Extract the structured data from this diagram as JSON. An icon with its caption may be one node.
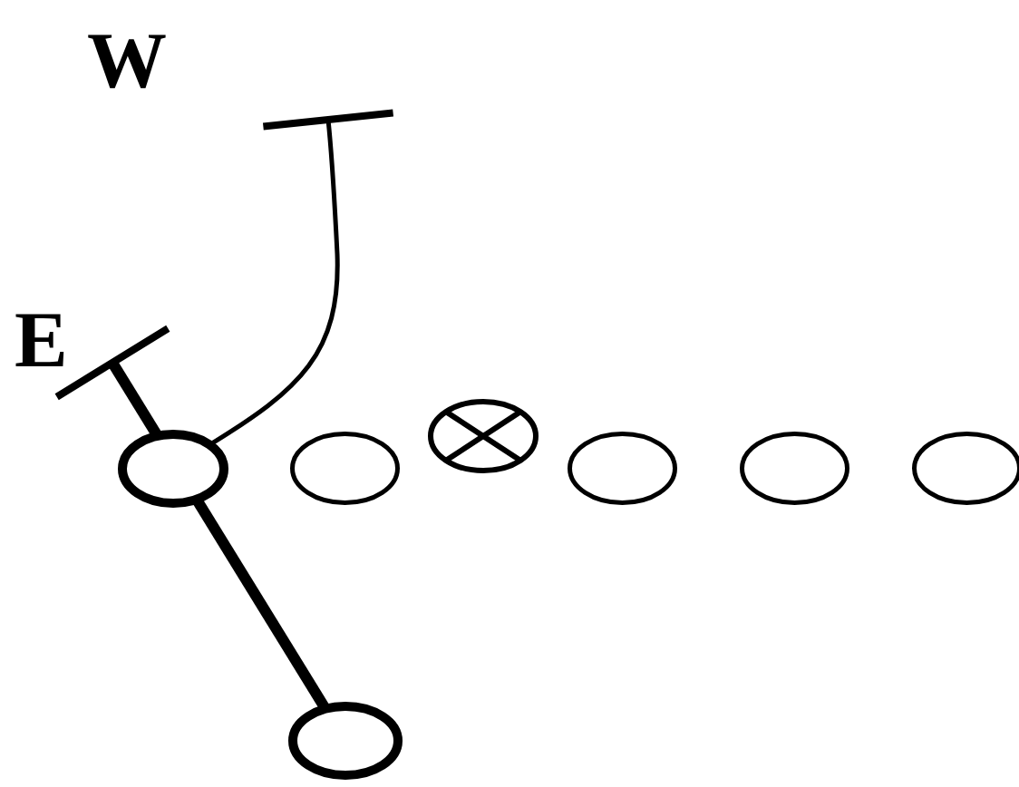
{
  "diagram": {
    "nodes": [
      {
        "text": [],
        "shape": "ellipse"
      },
      {
        "text": [],
        "shape": "ellipse"
      },
      {
        "text": [],
        "shape": "circle"
      },
      {
        "text": [],
        "shape": "ellipse"
      },
      {
        "text": [],
        "shape": "ellipse"
      },
      {
        "text": [],
        "shape": "ellipse"
      },
      {
        "text": [],
        "shape": "ellipse"
      }
    ],
    "edges": [
      {
        "from": 6,
        "to": null,
        "arrow": "other",
        "style": "thick"
      },
      {
        "from": 0,
        "to": null,
        "arrow": "other"
      }
    ],
    "labels": [
      "W",
      "E"
    ]
  }
}
